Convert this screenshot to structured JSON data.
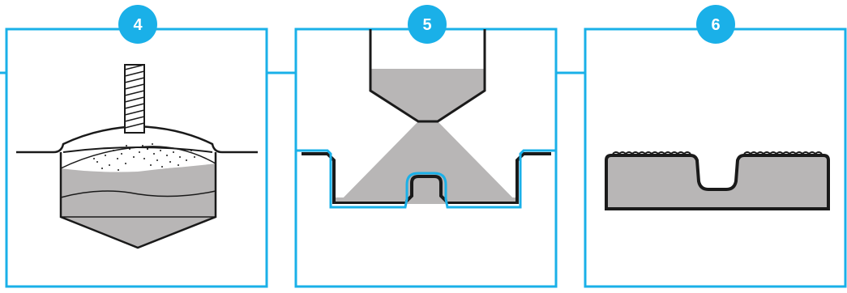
{
  "colors": {
    "accent": "#1ab0e8",
    "material_grey": "#b8b6b6",
    "ink": "#1a1a1a",
    "background": "#ffffff"
  },
  "steps": [
    {
      "number": "4",
      "icon": "auger-feeding-powder-into-vessel-icon"
    },
    {
      "number": "5",
      "icon": "hopper-filling-mold-icon"
    },
    {
      "number": "6",
      "icon": "molded-part-icon"
    }
  ]
}
